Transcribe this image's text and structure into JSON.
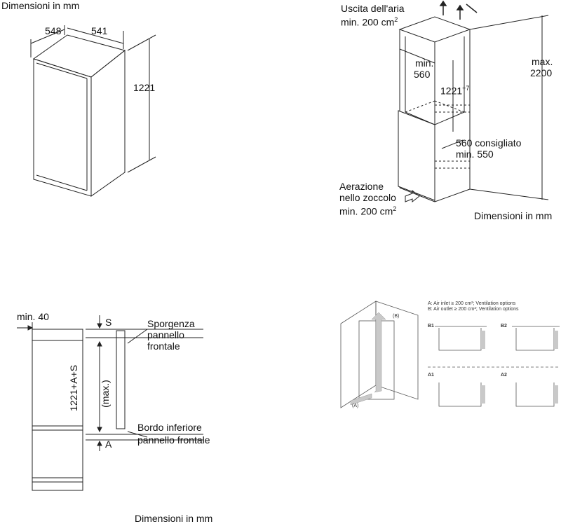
{
  "panel1": {
    "title": "Dimensioni in mm",
    "depth": "548",
    "width": "541",
    "height": "1221"
  },
  "panel2": {
    "air_outlet_line1": "Uscita dell'aria",
    "air_outlet_line2": "min. 200 cm",
    "air_outlet_sup": "2",
    "max_line1": "max.",
    "max_line2": "2200",
    "min_line1": "min.",
    "min_line2": "560",
    "niche_height": "1221",
    "niche_height_sup": "+7",
    "depth_line1": "560 consigliato",
    "depth_line2": "min. 550",
    "plinth_line1": "Aerazione",
    "plinth_line2": "nello zoccolo",
    "plinth_line3": "min. 200 cm",
    "plinth_sup": "2",
    "units": "Dimensioni in mm"
  },
  "panel3": {
    "min_gap": "min. 40",
    "label_s": "S",
    "label_a": "A",
    "vertical_dim": "1221+A+S",
    "vertical_dim_sub": "(max.)",
    "sporgenza_line1": "Sporgenza",
    "sporgenza_line2": "pannello",
    "sporgenza_line3": "frontale",
    "bordo_line1": "Bordo inferiore",
    "bordo_line2": "pannello frontale",
    "units": "Dimensioni in mm"
  },
  "panel4": {
    "legend_a": "A: Air inlet ≥ 200 cm²; Ventilation options",
    "legend_b": "B: Air outlet ≥ 200 cm²; Ventilation options",
    "tag_b": "(B)",
    "tag_a": "(A)",
    "options": [
      "B1",
      "B2",
      "A1",
      "A2"
    ],
    "colors": {
      "arrow_fill": "#c9c9c9",
      "wall": "#555555"
    }
  }
}
